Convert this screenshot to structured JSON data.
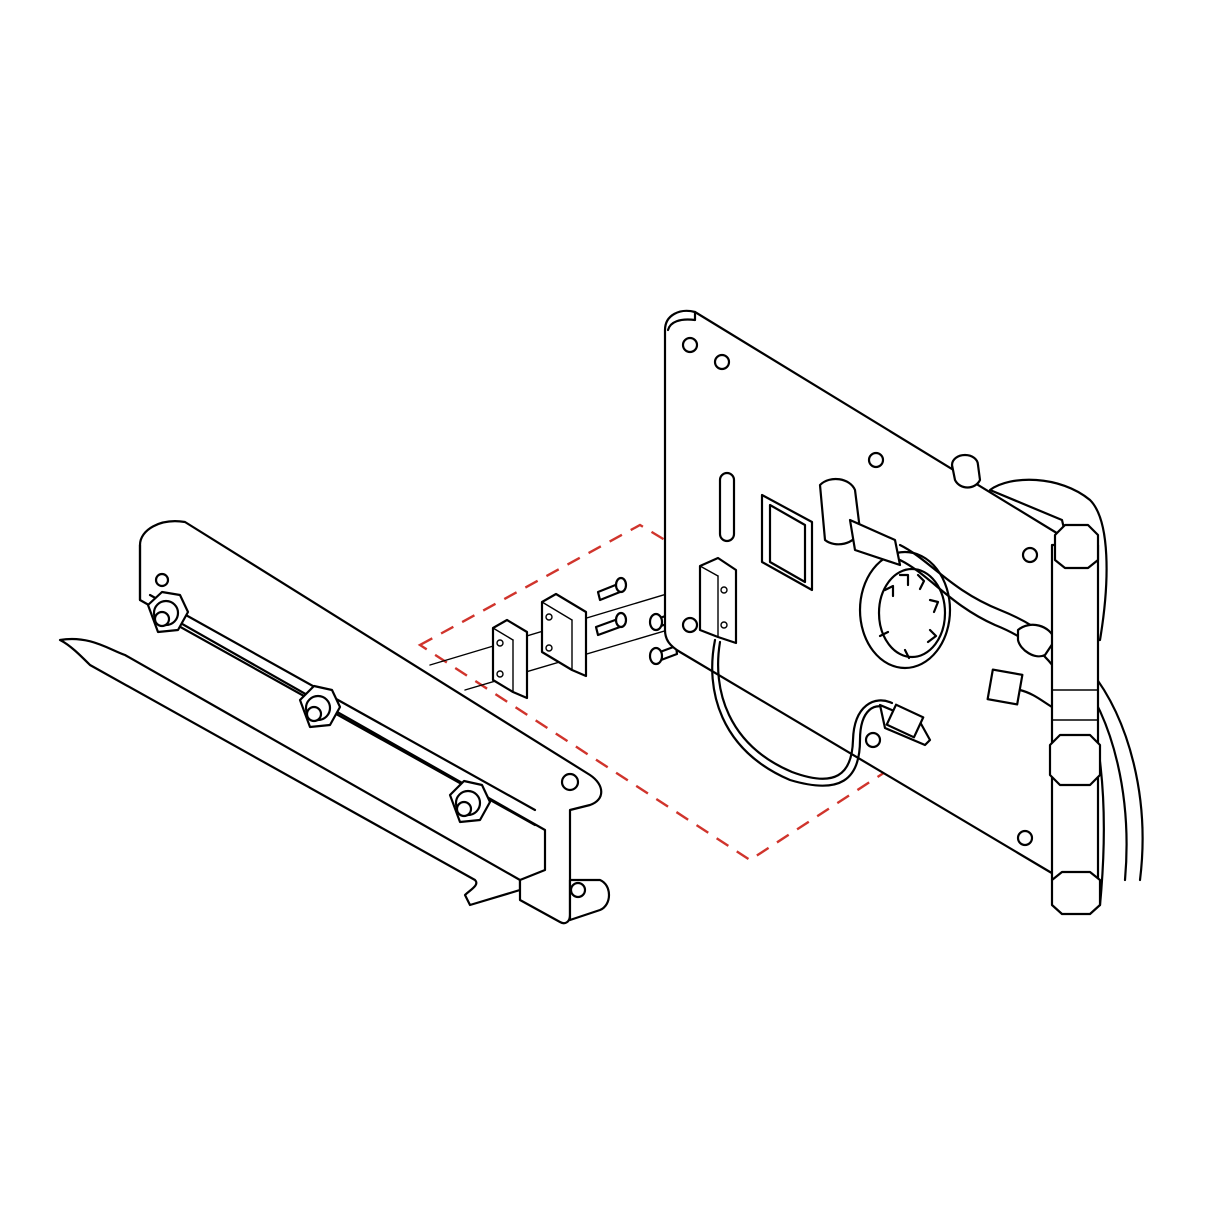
{
  "diagram": {
    "kind": "exploded-assembly-line-drawing",
    "colors": {
      "line": "#000000",
      "background": "#ffffff",
      "assembly_path": "#d0342c"
    },
    "parts": [
      {
        "id": "mounting-channel-bracket",
        "nut_count": 3
      },
      {
        "id": "spacer-blocks",
        "count": 2
      },
      {
        "id": "long-bolts",
        "count": 2
      },
      {
        "id": "short-screws",
        "count": 2
      },
      {
        "id": "sensor"
      },
      {
        "id": "mounting-plate"
      },
      {
        "id": "motor-with-cable-connector"
      },
      {
        "id": "hydraulic-cylinder"
      }
    ]
  }
}
